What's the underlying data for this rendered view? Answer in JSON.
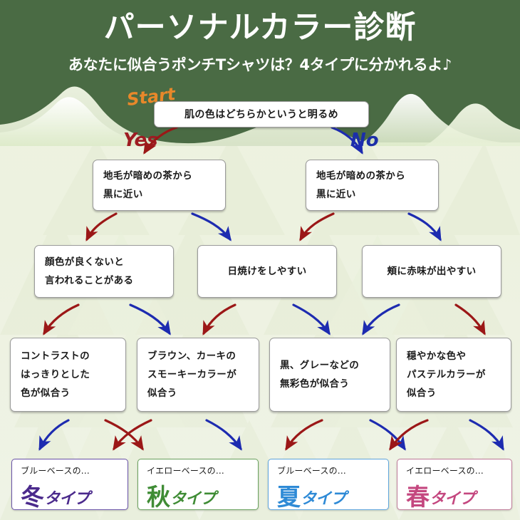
{
  "header": {
    "title": "パーソナルカラー診断",
    "subtitle": "あなたに似合うポンチTシャツは？4タイプに分かれるよ♪",
    "bg_color": "#4a6b44",
    "title_color": "#ffffff"
  },
  "labels": {
    "start": "Start",
    "start_color": "#e8882a",
    "yes": "Yes",
    "yes_color": "#9e1b22",
    "no": "No",
    "no_color": "#1b2ea8"
  },
  "colors": {
    "yes_arrow": "#9b1717",
    "no_arrow": "#1d2bb0",
    "page_bg": "#eef2e2",
    "box_border": "#9a9a9a",
    "box_bg": "#ffffff"
  },
  "questions": {
    "q1": {
      "lines": [
        "肌の色はどちらかというと明るめ"
      ]
    },
    "q2_left": {
      "lines": [
        "地毛が暗めの茶から",
        "黒に近い"
      ]
    },
    "q2_right": {
      "lines": [
        "地毛が暗めの茶から",
        "黒に近い"
      ]
    },
    "q3_left": {
      "lines": [
        "顔色が良くないと",
        "言われることがある"
      ]
    },
    "q3_mid": {
      "lines": [
        "日焼けをしやすい"
      ]
    },
    "q3_right": {
      "lines": [
        "頬に赤味が出やすい"
      ]
    }
  },
  "traits": {
    "t1": {
      "lines": [
        "コントラストの",
        "はっきりとした",
        "色が似合う"
      ]
    },
    "t2": {
      "lines": [
        "ブラウン、カーキの",
        "スモーキーカラーが",
        "似合う"
      ]
    },
    "t3": {
      "lines": [
        "黒、グレーなどの",
        "無彩色が似合う"
      ]
    },
    "t4": {
      "lines": [
        "穏やかな色や",
        "パステルカラーが",
        "似合う"
      ]
    }
  },
  "results": [
    {
      "base": "ブルーベースの...",
      "season": "冬",
      "suffix": "タイプ",
      "color": "#4b2a8c",
      "border": "#6a53a8"
    },
    {
      "base": "イエローベースの...",
      "season": "秋",
      "suffix": "タイプ",
      "color": "#3f8c35",
      "border": "#6aa35e"
    },
    {
      "base": "ブルーベースの...",
      "season": "夏",
      "suffix": "タイプ",
      "color": "#2e8ad6",
      "border": "#5fa6dd"
    },
    {
      "base": "イエローベースの...",
      "season": "春",
      "suffix": "タイプ",
      "color": "#c4477f",
      "border": "#c07b99"
    }
  ]
}
